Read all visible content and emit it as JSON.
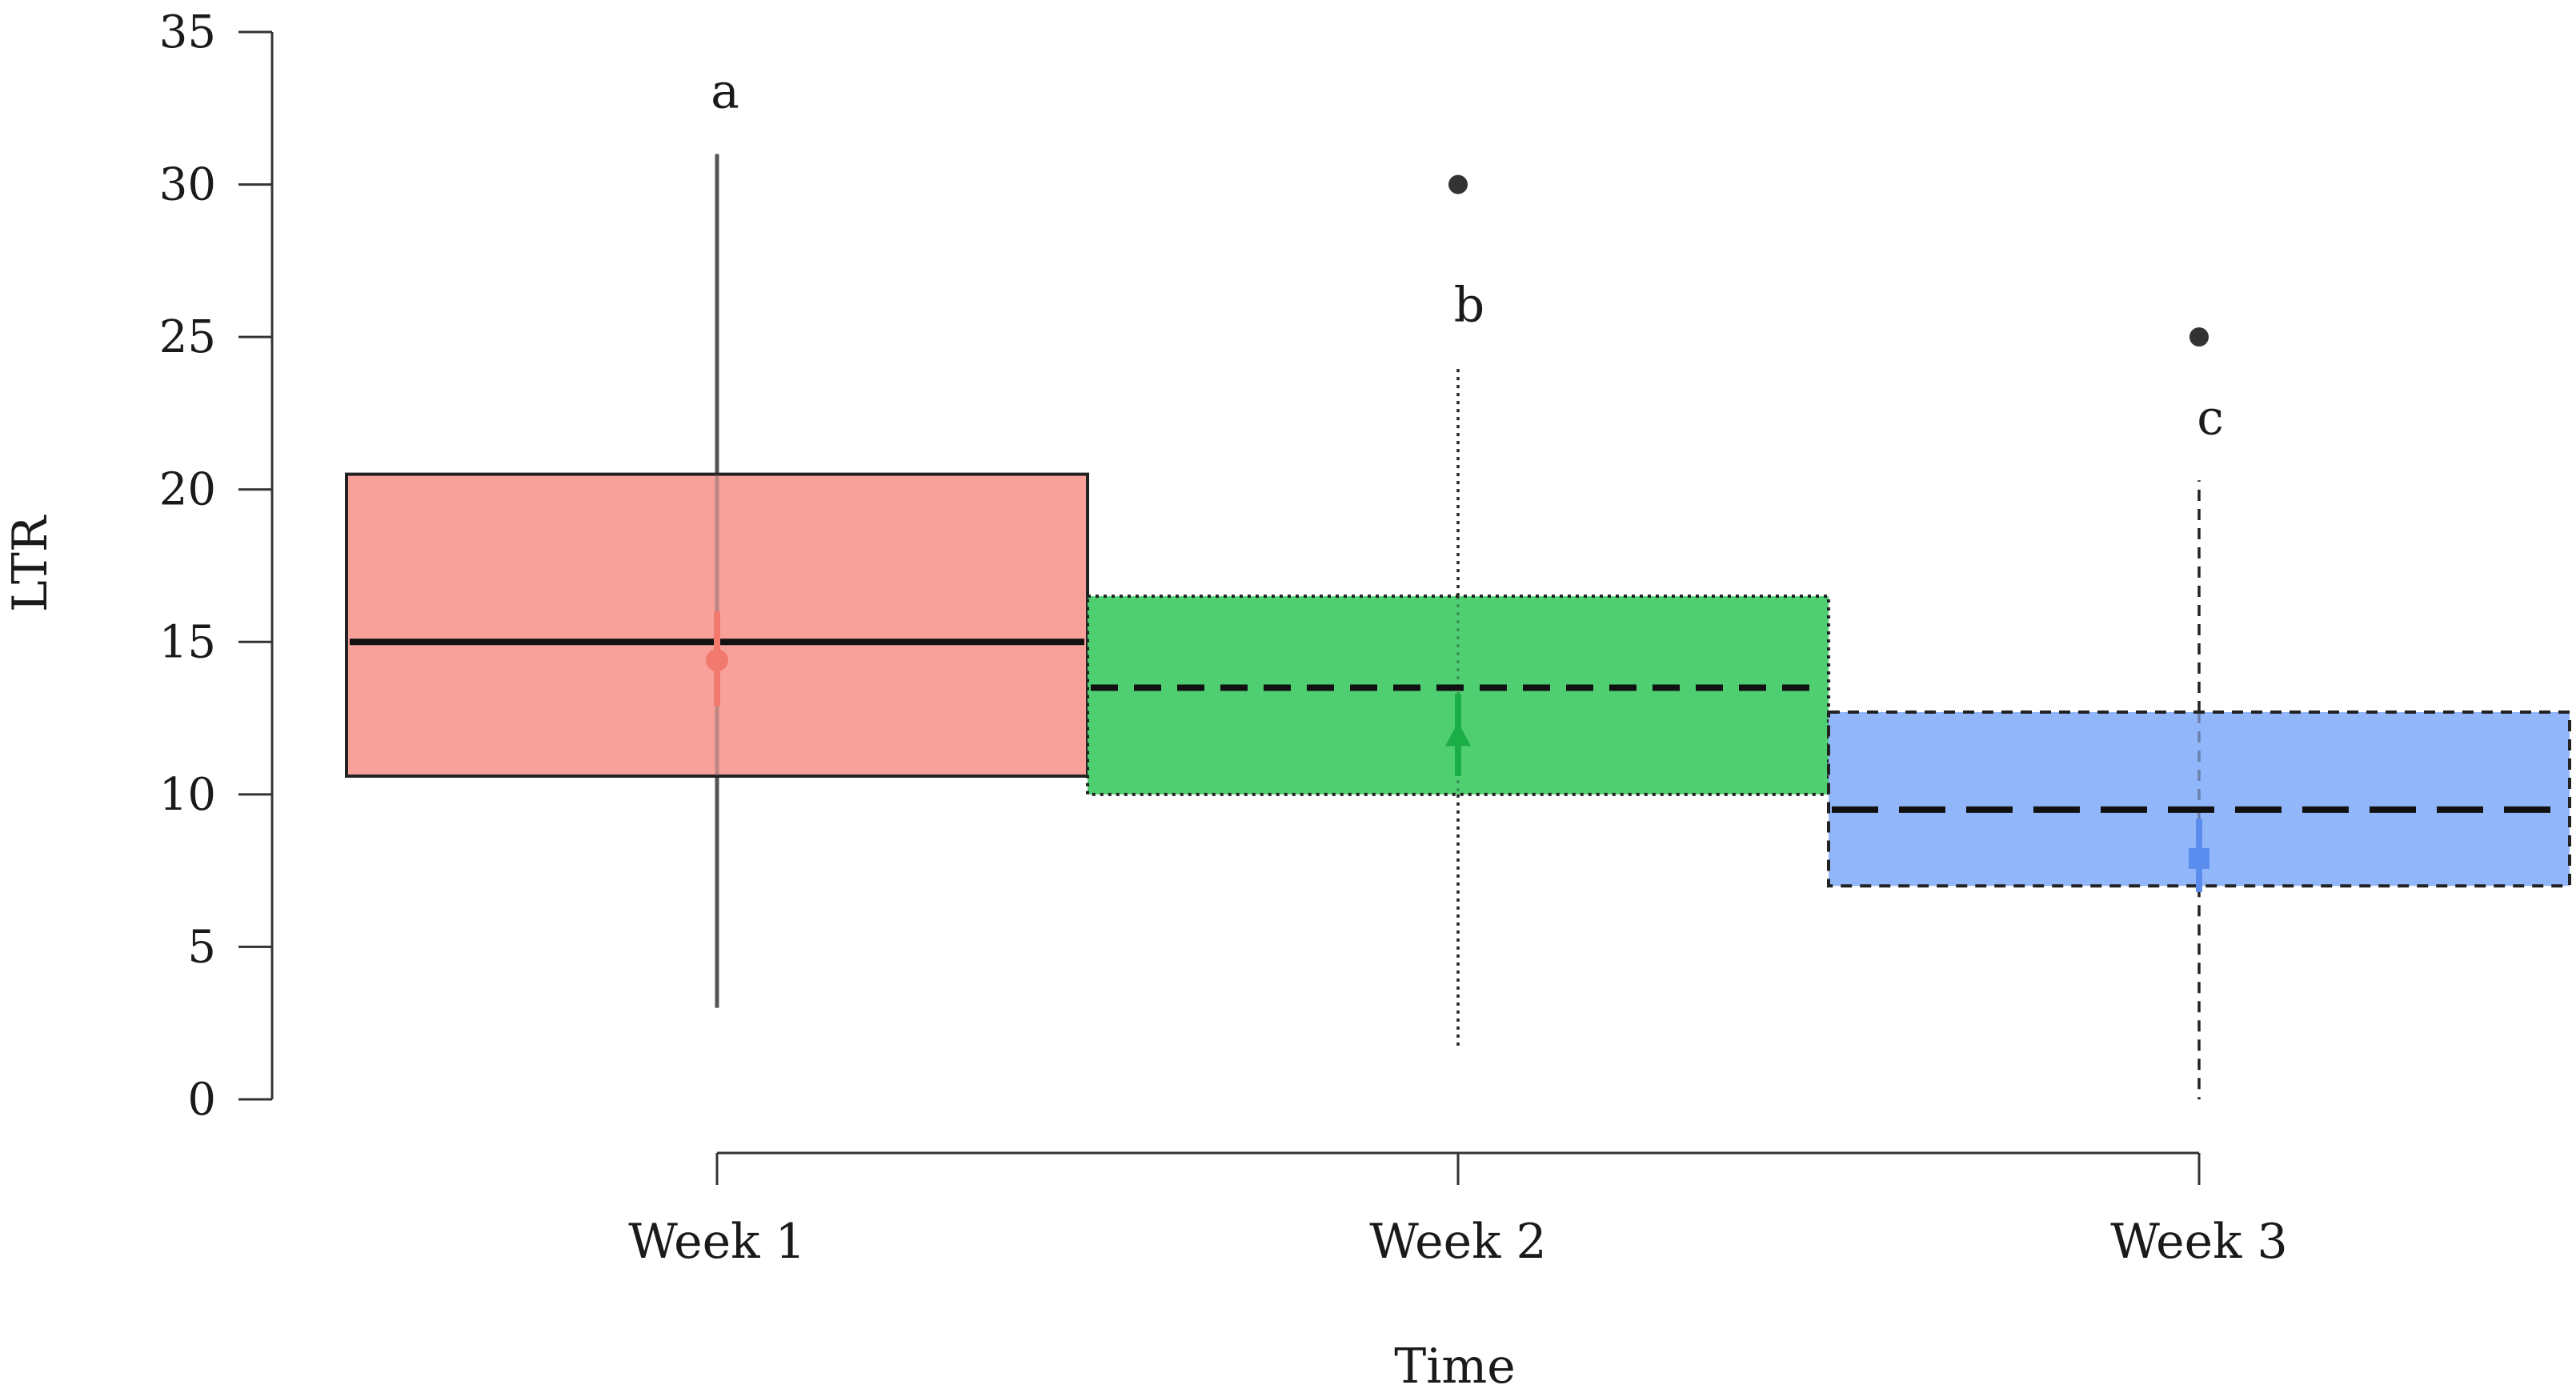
{
  "chart_data": {
    "type": "box",
    "xlabel": "Time",
    "ylabel": "LTR",
    "ylim": [
      0,
      35
    ],
    "yticks": [
      0,
      5,
      10,
      15,
      20,
      25,
      30,
      35
    ],
    "grid": false,
    "legend": "none",
    "categories": [
      "Week 1",
      "Week 2",
      "Week 3"
    ],
    "boxes": [
      {
        "category": "Week 1",
        "whisker_low": 3,
        "q1": 10.6,
        "median": 15,
        "q3": 20.5,
        "whisker_high": 31,
        "mean": 14.4,
        "mean_ci": [
          12.9,
          16
        ],
        "outliers": [],
        "letter": "a",
        "fill": "#f8a19b",
        "mean_color": "#f2796e",
        "line_style": "solid",
        "mean_marker": "circle"
      },
      {
        "category": "Week 2",
        "whisker_low": 1.7,
        "q1": 10,
        "median": 13.5,
        "q3": 16.5,
        "whisker_high": 24,
        "mean": 11.9,
        "mean_ci": [
          10.6,
          13.3
        ],
        "outliers": [
          30
        ],
        "letter": "b",
        "fill": "#4fcf72",
        "mean_color": "#1cae46",
        "line_style": "dotted",
        "mean_marker": "triangle"
      },
      {
        "category": "Week 3",
        "whisker_low": 0,
        "q1": 7,
        "median": 9.5,
        "q3": 12.7,
        "whisker_high": 20.3,
        "mean": 7.9,
        "mean_ci": [
          6.8,
          9.2
        ],
        "outliers": [
          25
        ],
        "letter": "c",
        "fill": "#92b6fa",
        "mean_color": "#5b8def",
        "line_style": "dashed",
        "mean_marker": "square"
      }
    ]
  }
}
